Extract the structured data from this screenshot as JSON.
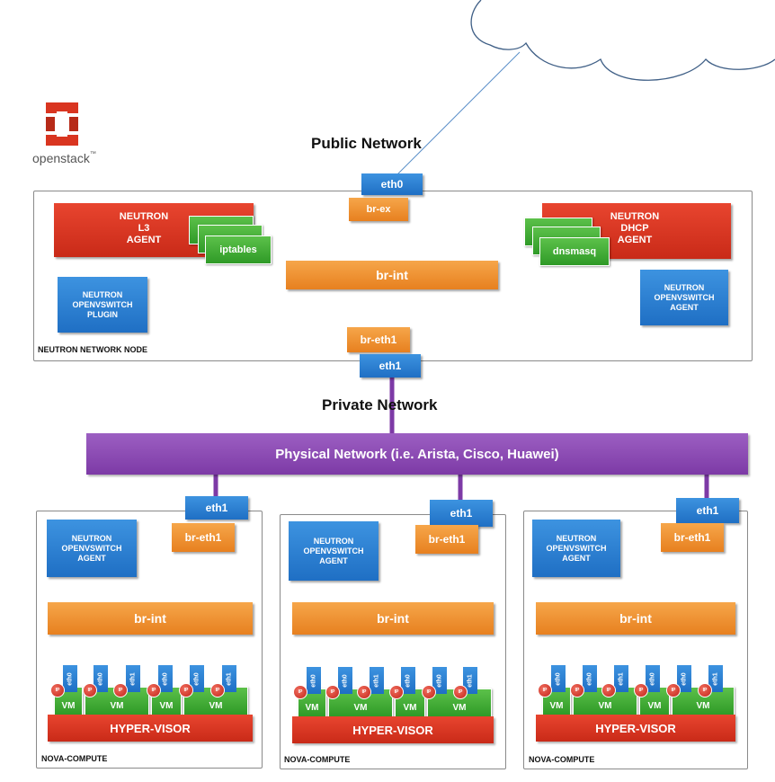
{
  "logo": {
    "text": "openstack",
    "tm": "™"
  },
  "public_network": "Public Network",
  "private_network": "Private Network",
  "network_node": {
    "title": "NEUTRON NETWORK NODE",
    "eth0": "eth0",
    "br_ex": "br-ex",
    "br_int": "br-int",
    "br_eth1": "br-eth1",
    "eth1": "eth1",
    "l3_agent": [
      "NEUTRON",
      "L3",
      "AGENT"
    ],
    "dhcp_agent": [
      "NEUTRON",
      "DHCP",
      "AGENT"
    ],
    "iptables": "iptables",
    "dnsmasq": "dnsmasq",
    "ovs_plugin": [
      "NEUTRON",
      "OPENVSWITCH",
      "PLUGIN"
    ],
    "ovs_agent": [
      "NEUTRON",
      "OPENVSWITCH",
      "AGENT"
    ]
  },
  "physical_network": "Physical Network (i.e. Arista, Cisco, Huawei)",
  "compute": {
    "title": "NOVA-COMPUTE",
    "eth1": "eth1",
    "br_eth1": "br-eth1",
    "br_int": "br-int",
    "agent": [
      "NEUTRON",
      "OPENVSWITCH",
      "AGENT"
    ],
    "nics": [
      "eth0",
      "eth0",
      "eth1",
      "eth0",
      "eth0",
      "eth1"
    ],
    "ip": "IP",
    "vm": "VM",
    "hypervisor": "HYPER-VISOR"
  },
  "colors": {
    "blue": "#2a7fd4",
    "orange": "#ee8c2d",
    "red": "#d93520",
    "green": "#43ad35",
    "purple": "#8a47b3",
    "link": "#e37b1c",
    "dashed": "#e37b1c"
  }
}
